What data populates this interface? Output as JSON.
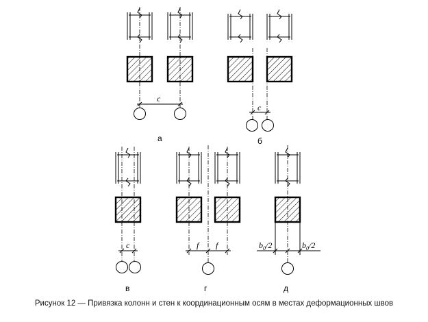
{
  "caption": "Рисунок 12 — Привязка колонн и стен к координационным осям в местах деформационных швов",
  "panels": {
    "a": {
      "label": "а",
      "dim": "c"
    },
    "b": {
      "label": "б",
      "dim": "c"
    },
    "v": {
      "label": "в",
      "dim": "c"
    },
    "g": {
      "label": "г",
      "dim_left": "f",
      "dim_right": "f"
    },
    "d": {
      "label": "д",
      "dim_left_base": "b",
      "dim_left_sub": "0",
      "dim_left_tail": "/2",
      "dim_right_base": "b",
      "dim_right_sub": "0",
      "dim_right_tail": "/2"
    }
  }
}
